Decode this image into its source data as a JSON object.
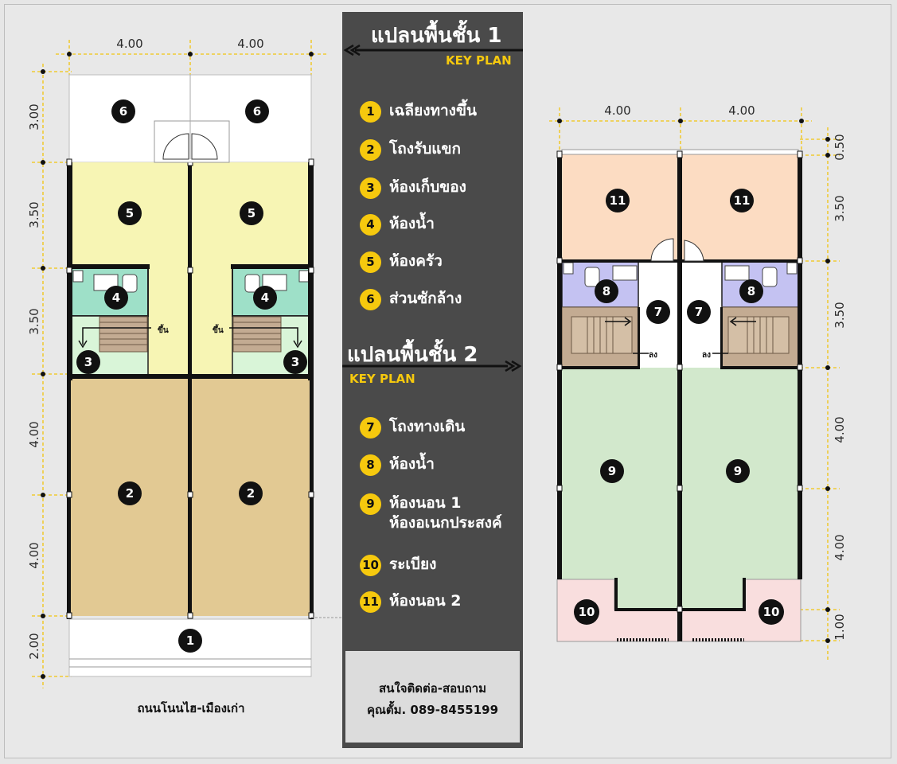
{
  "plan1": {
    "title": "แปลนพื้นชั้น 1",
    "key_plan_label": "KEY PLAN",
    "top_dims": [
      "4.00",
      "4.00"
    ],
    "side_dims": [
      "3.00",
      "3.50",
      "3.50",
      "4.00",
      "4.00",
      "2.00"
    ],
    "stair_label": "ขึ้น",
    "street_label": "ถนนโนนไฮ-เมืองเก่า"
  },
  "plan2": {
    "title": "แปลนพื้นชั้น 2",
    "key_plan_label": "KEY PLAN",
    "top_dims": [
      "4.00",
      "4.00"
    ],
    "side_dims": [
      "0.50",
      "3.50",
      "3.50",
      "4.00",
      "4.00",
      "1.00"
    ],
    "stair_label": "ลง"
  },
  "legend1": [
    {
      "num": "1",
      "text": "เฉลียงทางขึ้น"
    },
    {
      "num": "2",
      "text": "โถงรับแขก"
    },
    {
      "num": "3",
      "text": "ห้องเก็บของ"
    },
    {
      "num": "4",
      "text": "ห้องน้ำ"
    },
    {
      "num": "5",
      "text": "ห้องครัว"
    },
    {
      "num": "6",
      "text": "ส่วนซักล้าง"
    }
  ],
  "legend2": [
    {
      "num": "7",
      "text": "โถงทางเดิน"
    },
    {
      "num": "8",
      "text": "ห้องน้ำ"
    },
    {
      "num": "9",
      "text": "ห้องนอน 1",
      "text2": "ห้องอเนกประสงค์"
    },
    {
      "num": "10",
      "text": "ระเบียง"
    },
    {
      "num": "11",
      "text": "ห้องนอน 2"
    }
  ],
  "contact": {
    "line1": "สนใจติดต่อ-สอบถาม",
    "line2": "คุณตั้ม. 089-8455199"
  },
  "colors": {
    "panel": "#4a4a4a",
    "accent_yellow": "#f6c90e",
    "kitchen": "#f7f5b4",
    "living": "#e2c993",
    "bath1": "#9ee0c8",
    "storage": "#d9f5d8",
    "bedroom1": "#d2e8cc",
    "bedroom2": "#fcdcc2",
    "bath2": "#c4c2f2",
    "balcony": "#f9dede",
    "stair": "#c3ab92",
    "dimension": "#f1c40f"
  }
}
